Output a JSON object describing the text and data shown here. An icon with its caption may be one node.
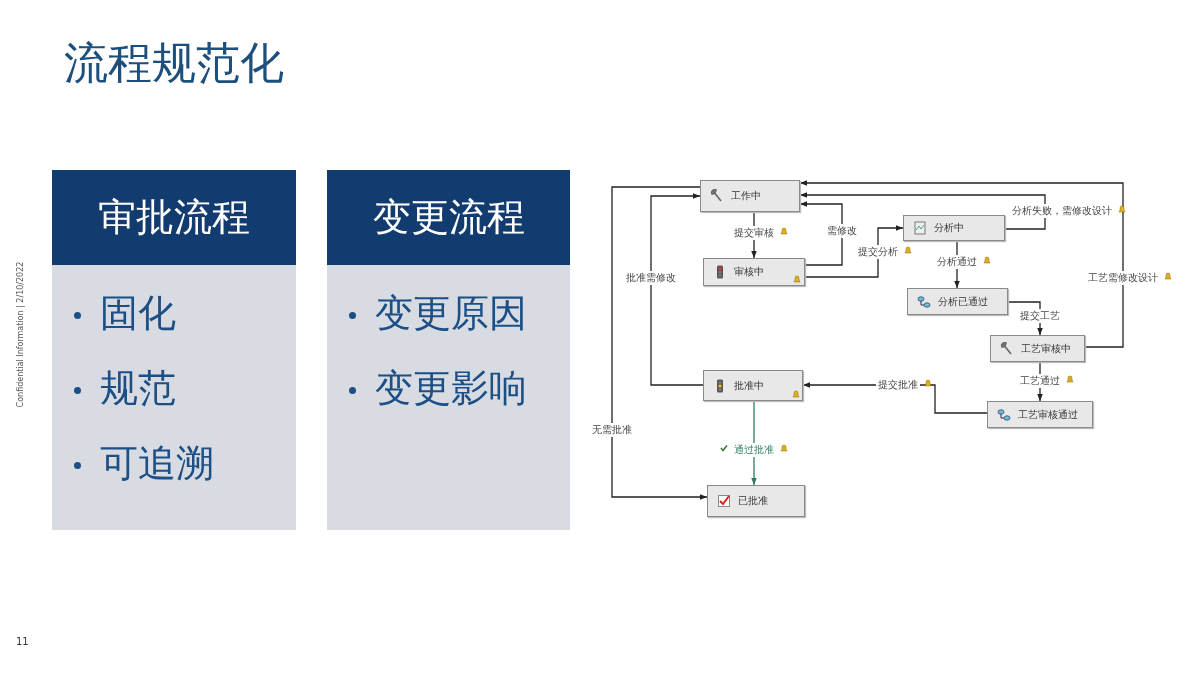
{
  "diagram": {
    "title": "流程规范化",
    "nodes": [
      {
        "text": [
          "审批流程",
          "固化",
          "规范",
          "可追溯"
        ]
      },
      {
        "text": [
          "变更流程",
          "变更原因",
          "变更影响"
        ]
      },
      {
        "text": [
          "工作中"
        ]
      },
      {
        "text": [
          "审核中"
        ]
      },
      {
        "text": [
          "分析中"
        ]
      },
      {
        "text": [
          "分析已通过"
        ]
      },
      {
        "text": [
          "工艺审核中"
        ]
      },
      {
        "text": [
          "工艺审核通过"
        ]
      },
      {
        "text": [
          "批准中"
        ]
      },
      {
        "text": [
          "已批准"
        ]
      }
    ],
    "edges": [
      {
        "from": 2,
        "to": 3,
        "arrow": "to",
        "label": "提交审核"
      },
      {
        "from": 3,
        "to": 2,
        "arrow": "to",
        "label": "需修改"
      },
      {
        "from": 3,
        "to": 4,
        "arrow": "to",
        "label": "提交分析"
      },
      {
        "from": 4,
        "to": 2,
        "arrow": "to",
        "label": "分析失败，需修改设计"
      },
      {
        "from": 4,
        "to": 5,
        "arrow": "to",
        "label": "分析通过"
      },
      {
        "from": 5,
        "to": 6,
        "arrow": "to",
        "label": "提交工艺"
      },
      {
        "from": 6,
        "to": 2,
        "arrow": "to",
        "label": "工艺需修改设计"
      },
      {
        "from": 6,
        "to": 7,
        "arrow": "to",
        "label": "工艺通过"
      },
      {
        "from": 7,
        "to": 8,
        "arrow": "to",
        "label": "提交批准"
      },
      {
        "from": 8,
        "to": 2,
        "arrow": "to",
        "label": "批准需修改"
      },
      {
        "from": 2,
        "to": 9,
        "arrow": "to",
        "label": "无需批准"
      },
      {
        "from": 8,
        "to": 9,
        "arrow": "to",
        "label": "通过批准",
        "color": "#2e7d62"
      }
    ],
    "labels": [
      "Confidential Information | 2/10/2022",
      "11"
    ]
  }
}
